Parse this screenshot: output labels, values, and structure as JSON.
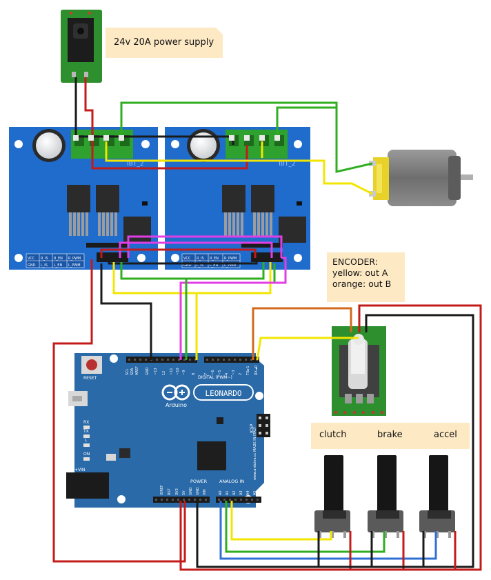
{
  "notes": {
    "power_supply": "24v 20A power supply",
    "encoder_title": "ENCODER:",
    "encoder_yellow": "yellow: out A",
    "encoder_orange": "orange: out B",
    "pot_clutch": "clutch",
    "pot_brake": "brake",
    "pot_accel": "accel"
  },
  "driver": {
    "name": "IBT_2",
    "pins_top": [
      "VCC",
      "R_IS",
      "R_EN",
      "R_PWM"
    ],
    "pins_bottom": [
      "GND",
      "L_IS",
      "L_EN",
      "L_PWM"
    ]
  },
  "arduino": {
    "brand": "Arduino",
    "model": "LEONARDO",
    "reset": "RESET",
    "digital_label": "DIGITAL (PWM~)",
    "power_label": "POWER",
    "analog_label": "ANALOG IN",
    "vin_label": "+VIN",
    "icsp_label": "ICSP",
    "leds": [
      "RX",
      "TX",
      "L",
      "ON"
    ],
    "made_in": "www.arduino.cc MADE IN ITALY",
    "top_pins": [
      "SCL",
      "SDA",
      "AREF",
      "GND",
      "~13",
      "12",
      "~11",
      "~10",
      "~9",
      "8",
      "7",
      "~6",
      "~5",
      "4",
      "~3",
      "2",
      "TX►1",
      "RX◄0"
    ],
    "power_pins": [
      "IOREF",
      "RST",
      "3V3",
      "5V",
      "GND",
      "GND",
      "VIN"
    ],
    "analog_pins": [
      "A0",
      "A1",
      "A2",
      "A3",
      "A4",
      "A5"
    ]
  },
  "colors": {
    "board_blue": "#2a6aa8",
    "driver_blue": "#1e6fd0",
    "wire_red": "#c31a1a",
    "wire_black": "#1a1a1a",
    "wire_green": "#2fae1f",
    "wire_yellow": "#f2e600",
    "wire_magenta": "#e23ee6",
    "wire_orange": "#d2691e",
    "wire_blue": "#2f6fd6",
    "note_bg": "#fde9c4"
  }
}
